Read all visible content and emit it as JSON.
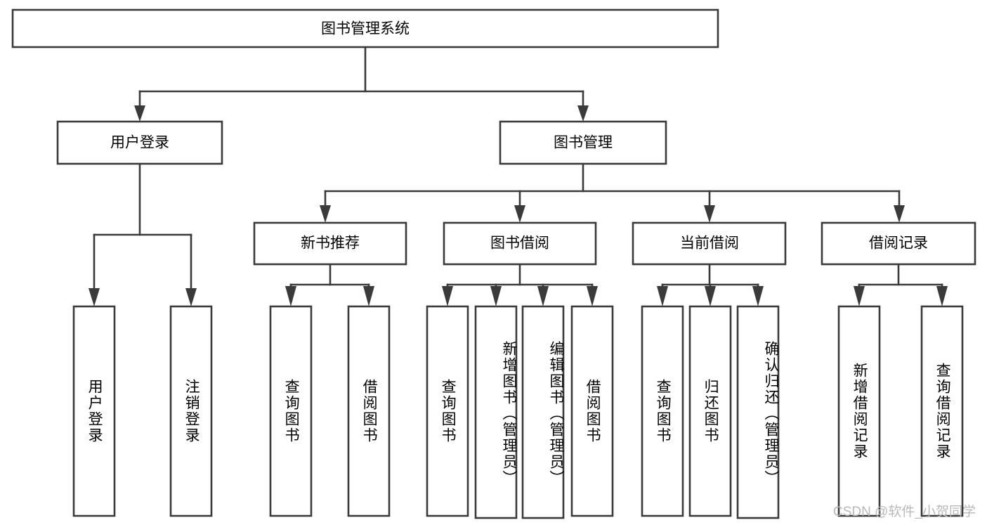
{
  "diagram": {
    "title": "图书管理系统",
    "type": "hierarchy-tree",
    "watermark": "CSDN @软件_小贺同学",
    "colors": {
      "stroke": "#3a3a3a",
      "fill": "#ffffff",
      "text": "#000000",
      "watermark": "#b9b9b9"
    },
    "levels": {
      "root": {
        "label": "图书管理系统"
      },
      "level2": [
        {
          "label": "用户登录"
        },
        {
          "label": "图书管理"
        }
      ],
      "level3": [
        {
          "label": "新书推荐"
        },
        {
          "label": "图书借阅"
        },
        {
          "label": "当前借阅"
        },
        {
          "label": "借阅记录"
        }
      ],
      "leaves": {
        "user_login": [
          {
            "label": "用户登录"
          },
          {
            "label": "注销登录"
          }
        ],
        "new_book_recommend": [
          {
            "label": "查询图书"
          },
          {
            "label": "借阅图书"
          }
        ],
        "book_borrow": [
          {
            "label": "查询图书"
          },
          {
            "label": "新增图书（管理员）"
          },
          {
            "label": "编辑图书（管理员）"
          },
          {
            "label": "借阅图书"
          }
        ],
        "current_borrow": [
          {
            "label": "查询图书"
          },
          {
            "label": "归还图书"
          },
          {
            "label": "确认归还（管理员）"
          }
        ],
        "borrow_record": [
          {
            "label": "新增借阅记录"
          },
          {
            "label": "查询借阅记录"
          }
        ]
      }
    }
  }
}
